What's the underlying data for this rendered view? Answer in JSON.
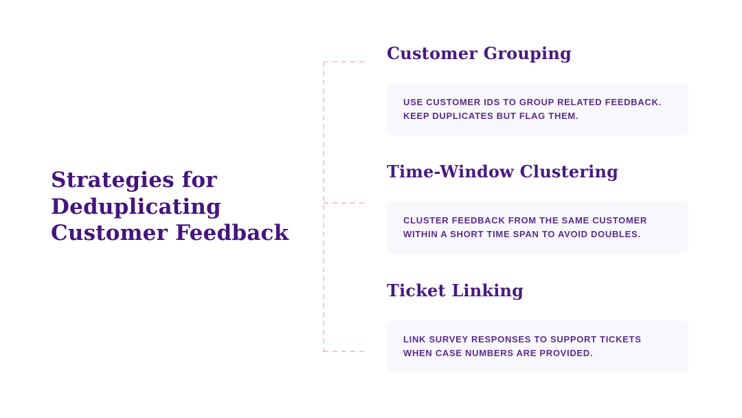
{
  "colors": {
    "page_bg": "#ffffff",
    "title_purple": "#45157e",
    "heading_purple": "#481b80",
    "body_purple": "#5a2b8a",
    "card_bg": "#f8f7fc",
    "connector_pink": "#f4c6d5"
  },
  "title": {
    "text": "Strategies for Deduplicating Customer Feedback",
    "lines": [
      "Strategies for",
      "Deduplicating",
      "Customer Feedback"
    ]
  },
  "sections": [
    {
      "heading": "Customer Grouping",
      "body": "USE CUSTOMER IDS TO GROUP RELATED FEEDBACK. KEEP DUPLICATES BUT FLAG THEM.",
      "body_lines": [
        "USE CUSTOMER IDS TO GROUP RELATED FEEDBACK.",
        "KEEP DUPLICATES BUT FLAG THEM."
      ]
    },
    {
      "heading": "Time-Window Clustering",
      "body": "CLUSTER FEEDBACK FROM THE SAME CUSTOMER WITHIN A SHORT TIME SPAN TO AVOID DOUBLES.",
      "body_lines": [
        "CLUSTER FEEDBACK FROM THE SAME CUSTOMER",
        "WITHIN A SHORT TIME SPAN TO AVOID DOUBLES."
      ]
    },
    {
      "heading": "Ticket Linking",
      "body": "LINK SURVEY RESPONSES TO SUPPORT TICKETS WHEN CASE NUMBERS ARE PROVIDED.",
      "body_lines": [
        "LINK SURVEY RESPONSES TO SUPPORT TICKETS",
        "WHEN CASE NUMBERS ARE PROVIDED."
      ]
    }
  ]
}
